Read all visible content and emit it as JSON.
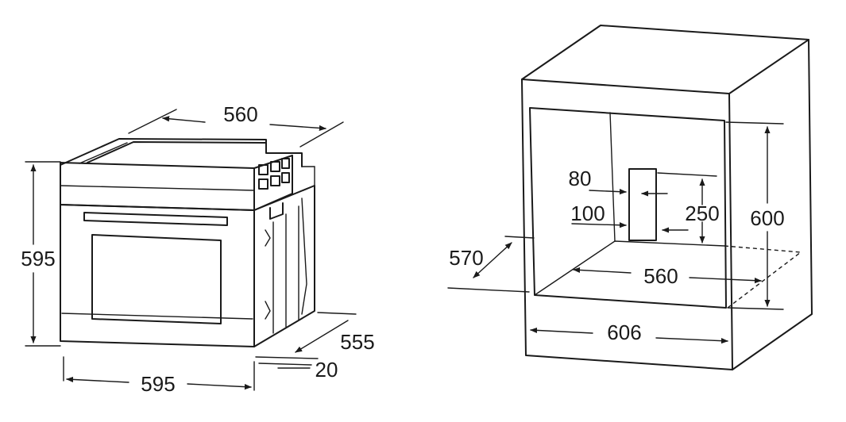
{
  "oven": {
    "width_top": "560",
    "height": "595",
    "width_front": "595",
    "depth": "555",
    "door_thickness": "20"
  },
  "cabinet": {
    "vent_width": "80",
    "vent_offset": "100",
    "vent_height": "250",
    "niche_height": "600",
    "niche_depth": "570",
    "niche_width": "560",
    "cabinet_width": "606"
  }
}
